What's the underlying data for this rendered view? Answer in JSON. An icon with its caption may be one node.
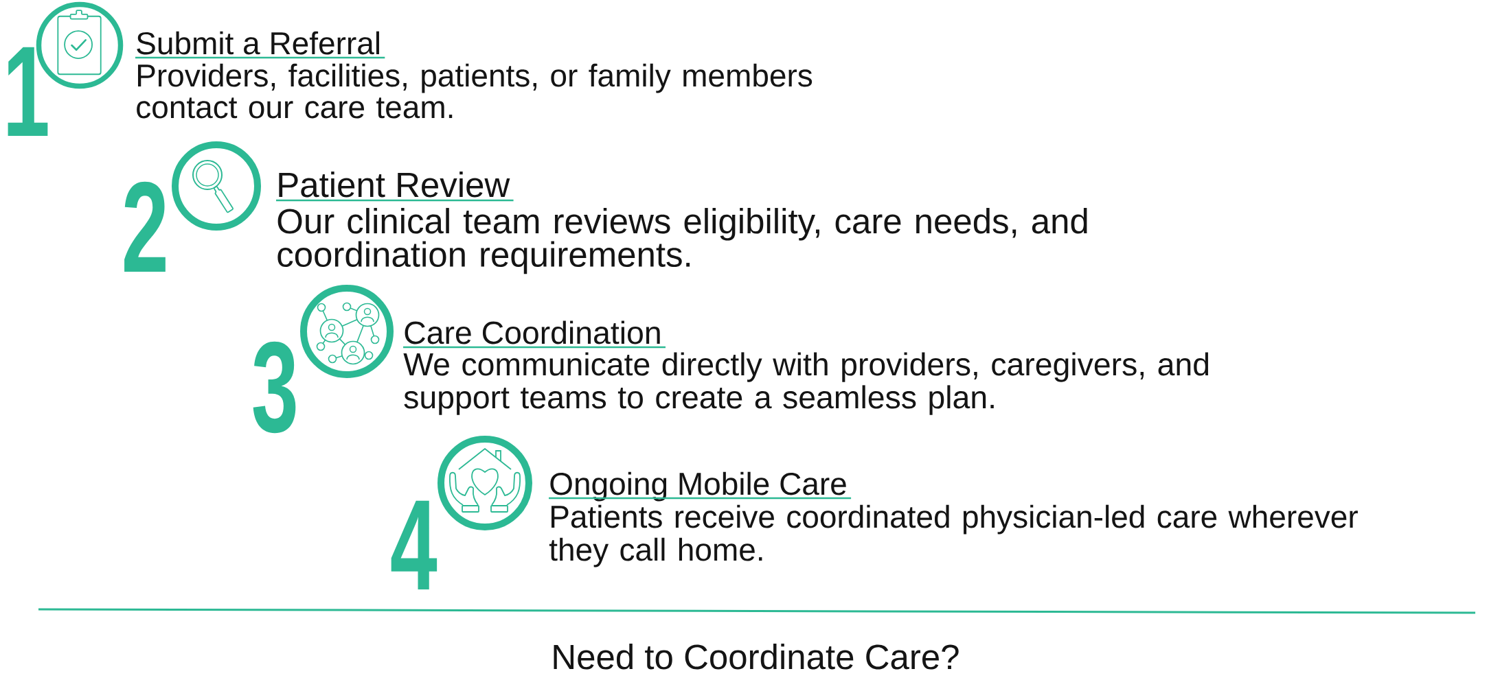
{
  "diagram": {
    "nodes": [
      {
        "text": [],
        "shape": "circle",
        "beside": [
          "1",
          "Submit a Referral",
          "Providers, facilities, patients, or family members contact our care team."
        ]
      },
      {
        "text": [],
        "shape": "circle",
        "beside": [
          "2",
          "Patient Review",
          "Our clinical team reviews eligibility, care needs, and coordination requirements."
        ]
      },
      {
        "text": [],
        "shape": "circle",
        "beside": [
          "3",
          "Care Coordination",
          "We communicate directly with providers, caregivers, and support teams to create a seamless plan."
        ]
      },
      {
        "text": [],
        "shape": "circle",
        "beside": [
          "4",
          "Ongoing Mobile Care",
          "Patients receive coordinated physician-led care wherever they call home."
        ]
      }
    ],
    "labels": [
      "Need to Coordinate Care?"
    ]
  }
}
